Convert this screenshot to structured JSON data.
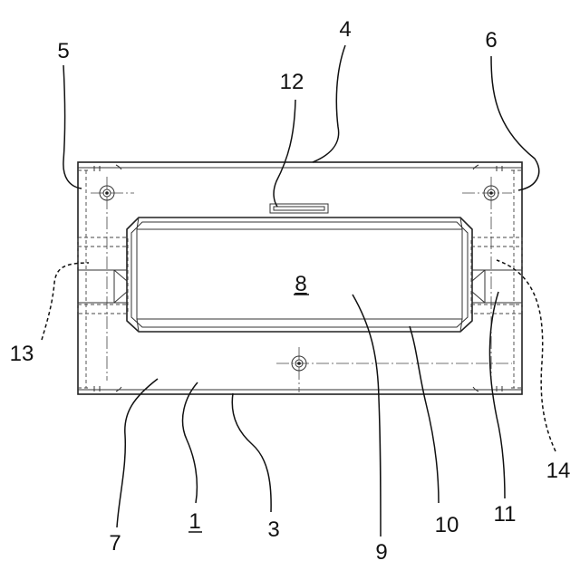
{
  "labels": {
    "l1": "1",
    "l3": "3",
    "l4": "4",
    "l5": "5",
    "l6": "6",
    "l7": "7",
    "l8": "8",
    "l9": "9",
    "l10": "10",
    "l11": "11",
    "l12": "12",
    "l13": "13",
    "l14": "14"
  }
}
